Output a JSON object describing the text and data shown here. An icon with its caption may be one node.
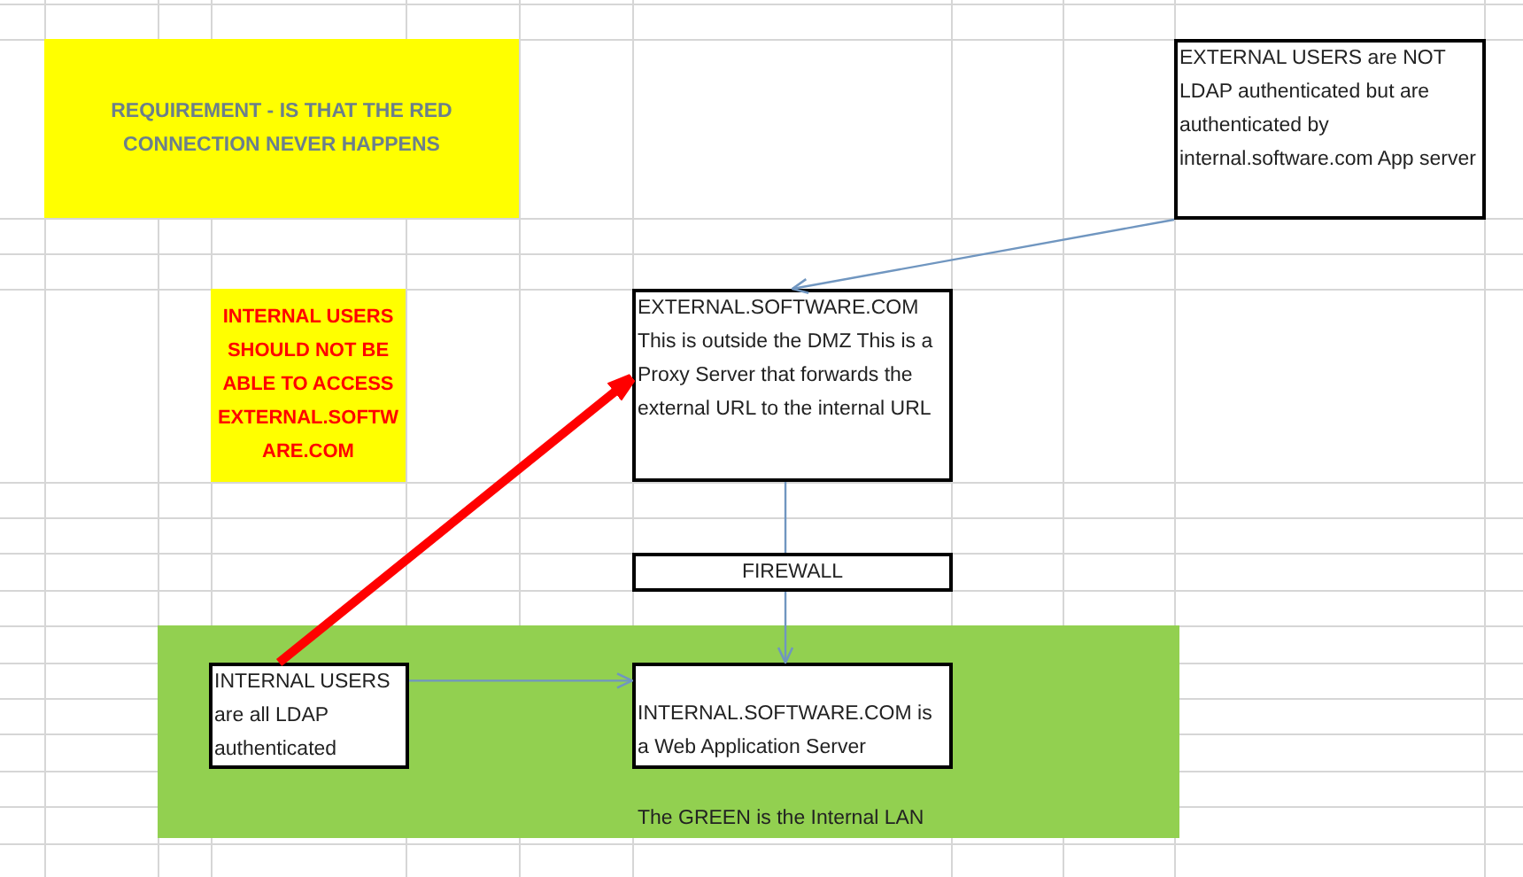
{
  "diagram": {
    "nodes": [
      {
        "text": [
          "REQUIREMENT - IS THAT THE RED CONNECTION NEVER HAPPENS"
        ]
      },
      {
        "text": [
          "EXTERNAL USERS are NOT LDAP authenticated but are authenticated by internal.software.com App server"
        ]
      },
      {
        "text": [
          "INTERNAL USERS SHOULD NOT BE ABLE TO ACCESS EXTERNAL.SOFTWARE.COM"
        ]
      },
      {
        "text": [
          "EXTERNAL.SOFTWARE.COM This is outside the DMZ This is a Proxy Server that forwards the external URL to the internal URL"
        ]
      },
      {
        "text": [
          "FIREWALL"
        ]
      },
      {
        "text": [
          "The GREEN is the Internal LAN"
        ]
      },
      {
        "text": [
          "INTERNAL USERS are all LDAP authenticated"
        ],
        "in": 5
      },
      {
        "text": [
          "INTERNAL.SOFTWARE.COM is a Web Application Server"
        ],
        "in": 5
      }
    ],
    "edges": [
      {
        "from": 1,
        "to": 3,
        "arrow": "to"
      },
      {
        "from": 3,
        "to": 4,
        "arrow": "none"
      },
      {
        "from": 4,
        "to": 7,
        "arrow": "to"
      },
      {
        "from": 6,
        "to": 7,
        "arrow": "to"
      },
      {
        "from": 6,
        "to": 3,
        "arrow": "to",
        "style": "thick",
        "color": "#ff0000"
      }
    ]
  }
}
